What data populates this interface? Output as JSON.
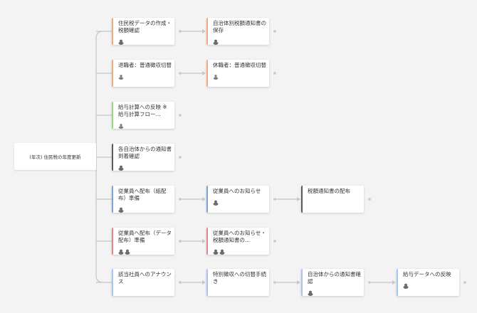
{
  "root": {
    "label": "(年次) 住民税の年度更新"
  },
  "rows": [
    {
      "cards": [
        {
          "label": "住民税データの作成・税額確認",
          "accent": "orange",
          "avatars": [
            "person"
          ]
        },
        {
          "label": "自治体別税額通知書の保存",
          "accent": "orange",
          "avatars": [
            "person"
          ]
        }
      ]
    },
    {
      "cards": [
        {
          "label": "退職者：普通徴収切替",
          "accent": "orange",
          "avatars": [
            "male"
          ]
        },
        {
          "label": "休職者：普通徴収切替",
          "accent": "orange",
          "avatars": [
            "male"
          ]
        }
      ]
    },
    {
      "cards": [
        {
          "label": "給与計算への反映 ※給与計算フロー...",
          "accent": "green",
          "avatars": [
            "male"
          ]
        }
      ]
    },
    {
      "cards": [
        {
          "label": "各自治体からの通知書到着確認",
          "accent": "dark",
          "avatars": [
            "person"
          ]
        }
      ]
    },
    {
      "cards": [
        {
          "label": "従業員へ配布（紙配布）準備",
          "accent": "blue",
          "avatars": [
            "female"
          ]
        },
        {
          "label": "従業員へのお知らせ",
          "accent": "blue",
          "avatars": [
            "female"
          ]
        },
        {
          "label": "税額通知書の配布",
          "accent": "dark",
          "avatars": []
        }
      ]
    },
    {
      "cards": [
        {
          "label": "従業員へ配布（データ配布）準備",
          "accent": "red",
          "avatars": [
            "female",
            "female"
          ]
        },
        {
          "label": "従業員へのお知らせ・税額通知書の...",
          "accent": "red",
          "avatars": [
            "female",
            "female"
          ]
        }
      ]
    },
    {
      "cards": [
        {
          "label": "該当社員へのアナウンス",
          "accent": "lblue",
          "avatars": []
        },
        {
          "label": "特別徴収への切替手続き",
          "accent": "lblue",
          "avatars": []
        },
        {
          "label": "自治体からの通知書確認",
          "accent": "lblue",
          "avatars": [
            "female"
          ]
        },
        {
          "label": "給与データへの反映",
          "accent": "lblue",
          "avatars": [
            "female"
          ]
        }
      ]
    }
  ],
  "accent_colors": {
    "orange": "#f2aa80",
    "green": "#9ed48a",
    "dark": "#5b5b5b",
    "blue": "#7ea1d8",
    "red": "#e58686",
    "lblue": "#a8c6ec"
  }
}
